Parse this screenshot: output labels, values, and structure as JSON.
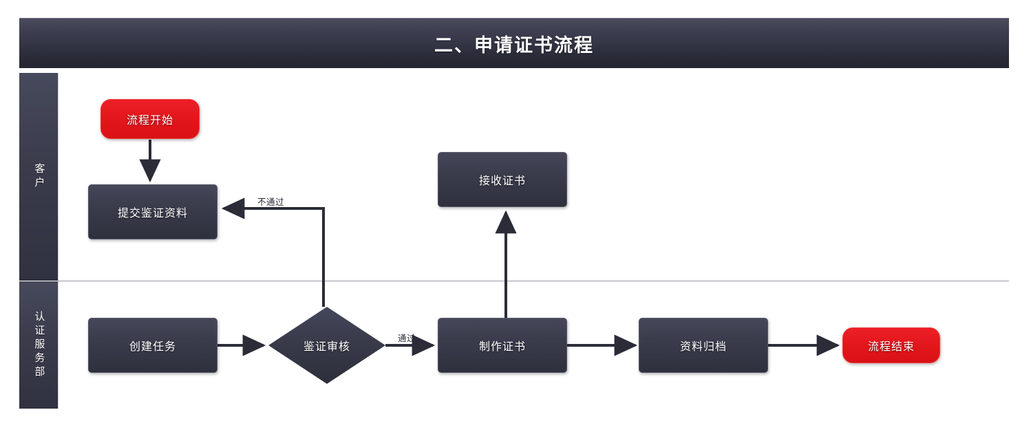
{
  "header": {
    "title": "二、申请证书流程"
  },
  "colors": {
    "accent_red": "#e3171c",
    "node_dark": "#3a3c4c",
    "header_dark": "#2c2d3b",
    "connector": "#2b2c38",
    "frame_border": "#d4d4d6",
    "lane_divider": "#9b9ba4"
  },
  "lanes": [
    {
      "id": "customer",
      "label": "客户"
    },
    {
      "id": "certification-service-dept",
      "label": "认证服务部"
    }
  ],
  "nodes": [
    {
      "id": "process-start",
      "label": "流程开始",
      "shape": "terminator",
      "lane": "customer"
    },
    {
      "id": "submit-materials",
      "label": "提交鉴证资料",
      "shape": "rect",
      "lane": "customer"
    },
    {
      "id": "receive-certificate",
      "label": "接收证书",
      "shape": "rect",
      "lane": "customer"
    },
    {
      "id": "create-task",
      "label": "创建任务",
      "shape": "rect",
      "lane": "certification-service-dept"
    },
    {
      "id": "verification-review",
      "label": "鉴证审核",
      "shape": "diamond",
      "lane": "certification-service-dept"
    },
    {
      "id": "produce-certificate",
      "label": "制作证书",
      "shape": "rect",
      "lane": "certification-service-dept"
    },
    {
      "id": "archive-materials",
      "label": "资料归档",
      "shape": "rect",
      "lane": "certification-service-dept"
    },
    {
      "id": "process-end",
      "label": "流程结束",
      "shape": "terminator",
      "lane": "certification-service-dept"
    }
  ],
  "edges": [
    {
      "id": "start-to-submit",
      "from": "process-start",
      "to": "submit-materials",
      "label": ""
    },
    {
      "id": "review-to-submit",
      "from": "verification-review",
      "to": "submit-materials",
      "label": "不通过"
    },
    {
      "id": "create-to-review",
      "from": "create-task",
      "to": "verification-review",
      "label": ""
    },
    {
      "id": "review-to-produce",
      "from": "verification-review",
      "to": "produce-certificate",
      "label": "通过"
    },
    {
      "id": "produce-to-receive",
      "from": "produce-certificate",
      "to": "receive-certificate",
      "label": ""
    },
    {
      "id": "produce-to-archive",
      "from": "produce-certificate",
      "to": "archive-materials",
      "label": ""
    },
    {
      "id": "archive-to-end",
      "from": "archive-materials",
      "to": "process-end",
      "label": ""
    }
  ]
}
